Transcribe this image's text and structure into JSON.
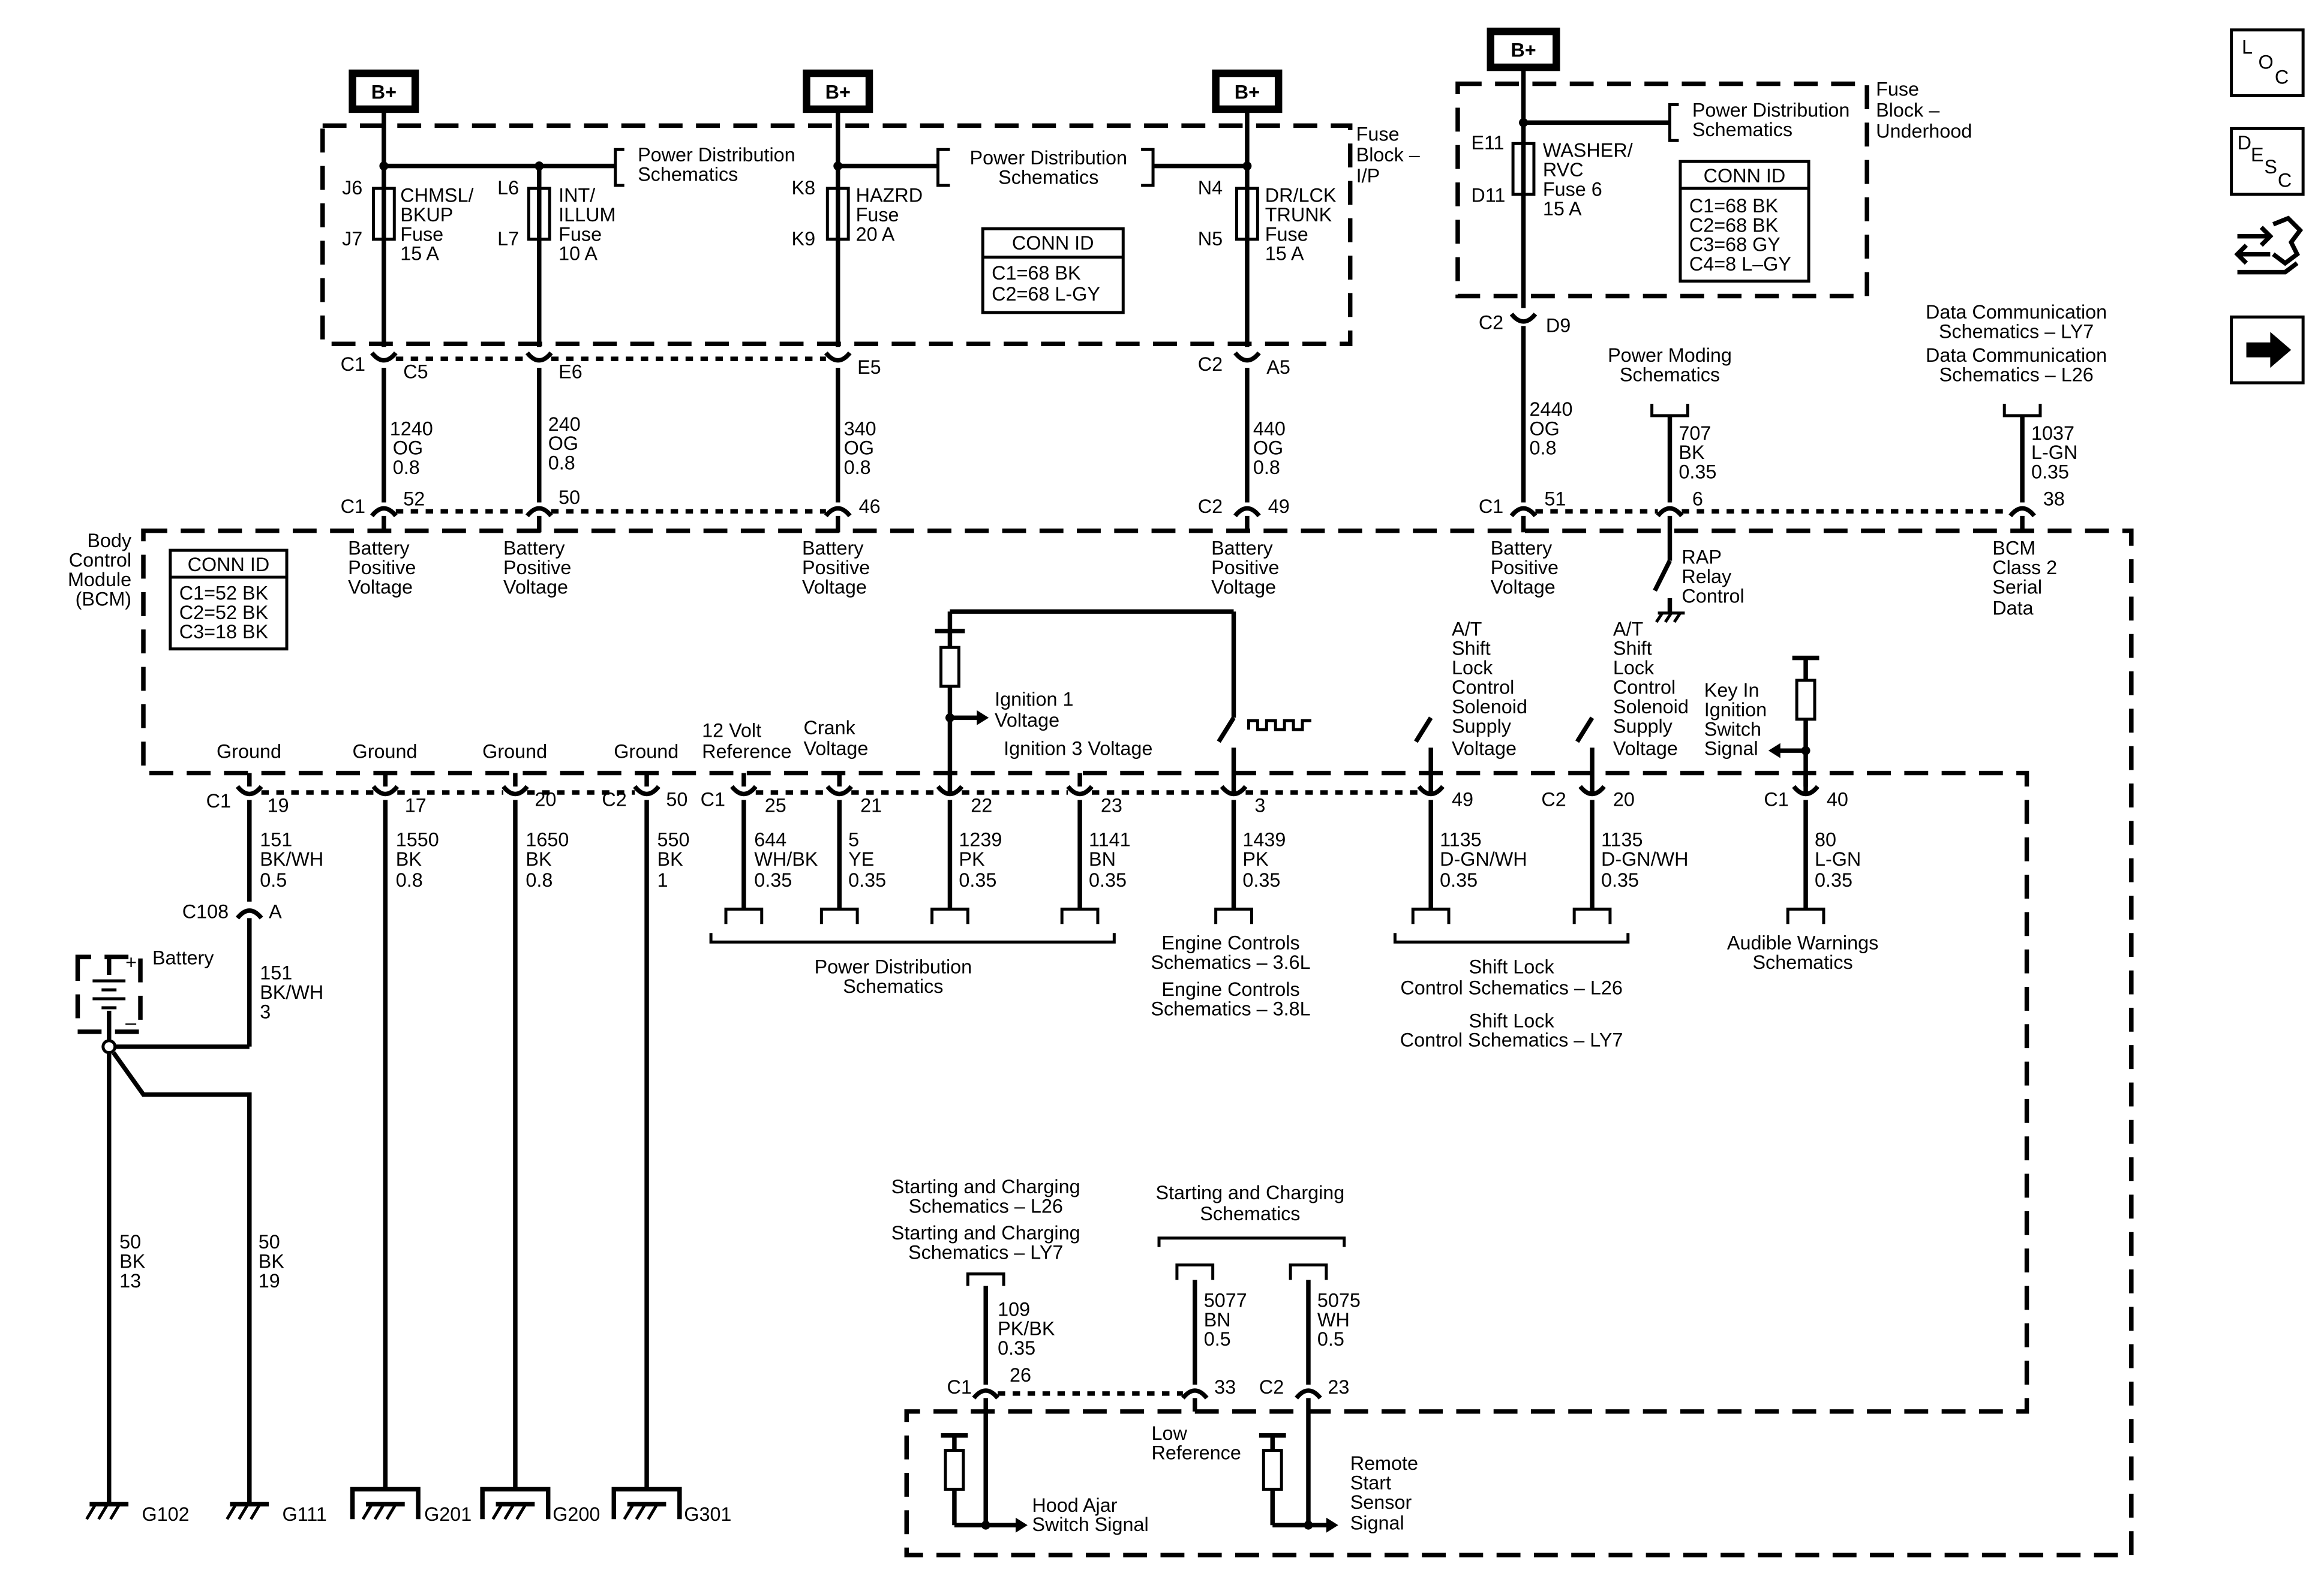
{
  "b_plus_label": "B+",
  "fuse_block_ip": {
    "title_lines": [
      "Fuse",
      "Block –",
      "I/P"
    ],
    "power_dist_left": [
      "Power Distribution",
      "Schematics"
    ],
    "power_dist_mid": [
      "Power Distribution",
      "Schematics"
    ],
    "conn_id": {
      "title": "CONN ID",
      "lines": [
        "C1=68 BK",
        "C2=68 L-GY"
      ]
    },
    "fuses": [
      {
        "top_pin": "J6",
        "bottom_pin": "J7",
        "label": [
          "CHMSL/",
          "BKUP",
          "Fuse",
          "15 A"
        ]
      },
      {
        "top_pin": "L6",
        "bottom_pin": "L7",
        "label": [
          "INT/",
          "ILLUM",
          "Fuse",
          "10 A"
        ]
      },
      {
        "top_pin": "K8",
        "bottom_pin": "K9",
        "label": [
          "HAZRD",
          "Fuse",
          "20 A"
        ]
      },
      {
        "top_pin": "N4",
        "bottom_pin": "N5",
        "label": [
          "DR/LCK",
          "TRUNK",
          "Fuse",
          "15 A"
        ]
      }
    ]
  },
  "fuse_block_underhood": {
    "title_lines": [
      "Fuse",
      "Block –",
      "Underhood"
    ],
    "power_dist": [
      "Power Distribution",
      "Schematics"
    ],
    "conn_id": {
      "title": "CONN ID",
      "lines": [
        "C1=68 BK",
        "C2=68 BK",
        "C3=68 GY",
        "C4=8 L–GY"
      ]
    },
    "fuse": {
      "top_pin": "E11",
      "bottom_pin": "D11",
      "label": [
        "WASHER/",
        "RVC",
        "Fuse 6",
        "15 A"
      ]
    }
  },
  "ip_connectors": [
    {
      "conn": "C1",
      "pin": "C5"
    },
    {
      "conn": "",
      "pin": "E6"
    },
    {
      "conn": "",
      "pin": "E5"
    },
    {
      "conn": "C2",
      "pin": "A5"
    }
  ],
  "underhood_connector": {
    "conn": "C2",
    "pin": "D9"
  },
  "supply_wires": [
    {
      "circuit": "1240",
      "color": "OG",
      "gauge": "0.8"
    },
    {
      "circuit": "240",
      "color": "OG",
      "gauge": "0.8"
    },
    {
      "circuit": "340",
      "color": "OG",
      "gauge": "0.8"
    },
    {
      "circuit": "440",
      "color": "OG",
      "gauge": "0.8"
    },
    {
      "circuit": "2440",
      "color": "OG",
      "gauge": "0.8"
    }
  ],
  "power_moding": {
    "title": [
      "Power Moding",
      "Schematics"
    ],
    "circuit": "707",
    "color": "BK",
    "gauge": "0.35",
    "pin": "6"
  },
  "data_comm": {
    "title": [
      "Data Communication",
      "Schematics – LY7",
      "Data Communication",
      "Schematics – L26"
    ],
    "circuit": "1037",
    "color": "L-GN",
    "gauge": "0.35",
    "pin": "38"
  },
  "bcm": {
    "title_lines": [
      "Body",
      "Control",
      "Module",
      "(BCM)"
    ],
    "conn_id": {
      "title": "CONN ID",
      "lines": [
        "C1=52 BK",
        "C2=52 BK",
        "C3=18 BK"
      ]
    },
    "top_pins": [
      {
        "conn": "C1",
        "pin": "52",
        "label": [
          "Battery",
          "Positive",
          "Voltage"
        ]
      },
      {
        "conn": "",
        "pin": "50",
        "label": [
          "Battery",
          "Positive",
          "Voltage"
        ]
      },
      {
        "conn": "",
        "pin": "46",
        "label": [
          "Battery",
          "Positive",
          "Voltage"
        ]
      },
      {
        "conn": "C2",
        "pin": "49",
        "label": [
          "Battery",
          "Positive",
          "Voltage"
        ]
      },
      {
        "conn": "C1",
        "pin": "51",
        "label": [
          "Battery",
          "Positive",
          "Voltage"
        ]
      }
    ],
    "rap_relay": [
      "RAP",
      "Relay",
      "Control"
    ],
    "bcm_class2": [
      "BCM",
      "Class 2",
      "Serial",
      "Data"
    ],
    "ignition1": [
      "Ignition 1",
      "Voltage"
    ],
    "ignition3": "Ignition 3 Voltage",
    "shift_lock_label": [
      "A/T",
      "Shift",
      "Lock",
      "Control",
      "Solenoid",
      "Supply",
      "Voltage"
    ],
    "key_in": [
      "Key In",
      "Ignition",
      "Switch",
      "Signal"
    ],
    "bottom_labels": {
      "ground": "Ground",
      "ref12": [
        "12 Volt",
        "Reference"
      ],
      "crank": [
        "Crank",
        "Voltage"
      ]
    }
  },
  "bottom_pins": [
    {
      "conn": "C1",
      "pin": "19",
      "circuit": "151",
      "color": "BK/WH",
      "gauge": "0.5"
    },
    {
      "conn": "",
      "pin": "17",
      "circuit": "1550",
      "color": "BK",
      "gauge": "0.8"
    },
    {
      "conn": "",
      "pin": "20",
      "circuit": "1650",
      "color": "BK",
      "gauge": "0.8"
    },
    {
      "conn": "C2",
      "pin": "50",
      "circuit": "550",
      "color": "BK",
      "gauge": "1"
    },
    {
      "conn": "C1",
      "pin": "25",
      "circuit": "644",
      "color": "WH/BK",
      "gauge": "0.35"
    },
    {
      "conn": "",
      "pin": "21",
      "circuit": "5",
      "color": "YE",
      "gauge": "0.35"
    },
    {
      "conn": "",
      "pin": "22",
      "circuit": "1239",
      "color": "PK",
      "gauge": "0.35"
    },
    {
      "conn": "",
      "pin": "23",
      "circuit": "1141",
      "color": "BN",
      "gauge": "0.35"
    },
    {
      "conn": "",
      "pin": "3",
      "circuit": "1439",
      "color": "PK",
      "gauge": "0.35"
    },
    {
      "conn": "",
      "pin": "49",
      "circuit": "1135",
      "color": "D-GN/WH",
      "gauge": "0.35"
    },
    {
      "conn": "C2",
      "pin": "20",
      "circuit": "1135",
      "color": "D-GN/WH",
      "gauge": "0.35"
    },
    {
      "conn": "C1",
      "pin": "40",
      "circuit": "80",
      "color": "L-GN",
      "gauge": "0.35"
    }
  ],
  "destinations": {
    "power_dist": [
      "Power Distribution",
      "Schematics"
    ],
    "engine_controls": [
      "Engine Controls",
      "Schematics – 3.6L",
      "Engine Controls",
      "Schematics – 3.8L"
    ],
    "shift_lock": [
      "Shift Lock",
      "Control Schematics – L26",
      "Shift Lock",
      "Control Schematics – LY7"
    ],
    "audible": [
      "Audible Warnings",
      "Schematics"
    ]
  },
  "battery": {
    "label": "Battery",
    "c108": "C108",
    "c108_pin": "A",
    "wire_top": {
      "circuit": "151",
      "color": "BK/WH",
      "gauge": "3"
    },
    "wire_a": {
      "circuit": "50",
      "color": "BK",
      "gauge": "13"
    },
    "wire_b": {
      "circuit": "50",
      "color": "BK",
      "gauge": "19"
    }
  },
  "grounds": [
    "G102",
    "G111",
    "G201",
    "G200",
    "G301"
  ],
  "lower_section": {
    "starting_ly": [
      "Starting and Charging",
      "Schematics – L26",
      "Starting and Charging",
      "Schematics – LY7"
    ],
    "starting": [
      "Starting and Charging",
      "Schematics"
    ],
    "hood_wire": {
      "conn": "C1",
      "pin": "26",
      "circuit": "109",
      "color": "PK/BK",
      "gauge": "0.35"
    },
    "low_ref_wire": {
      "pin": "33",
      "circuit": "5077",
      "color": "BN",
      "gauge": "0.5"
    },
    "remote_wire": {
      "conn": "C2",
      "pin": "23",
      "circuit": "5075",
      "color": "WH",
      "gauge": "0.5"
    },
    "hood_ajar": [
      "Hood Ajar",
      "Switch Signal"
    ],
    "low_reference": [
      "Low",
      "Reference"
    ],
    "remote_start": [
      "Remote",
      "Start",
      "Sensor",
      "Signal"
    ]
  },
  "side_icons": [
    {
      "name": "loc-icon",
      "letters": [
        "L",
        "O",
        "C"
      ]
    },
    {
      "name": "desc-icon",
      "letters": [
        "D",
        "E",
        "S",
        "C"
      ]
    },
    {
      "name": "connector-diagnostic-icon"
    },
    {
      "name": "next-page-arrow-icon"
    }
  ]
}
